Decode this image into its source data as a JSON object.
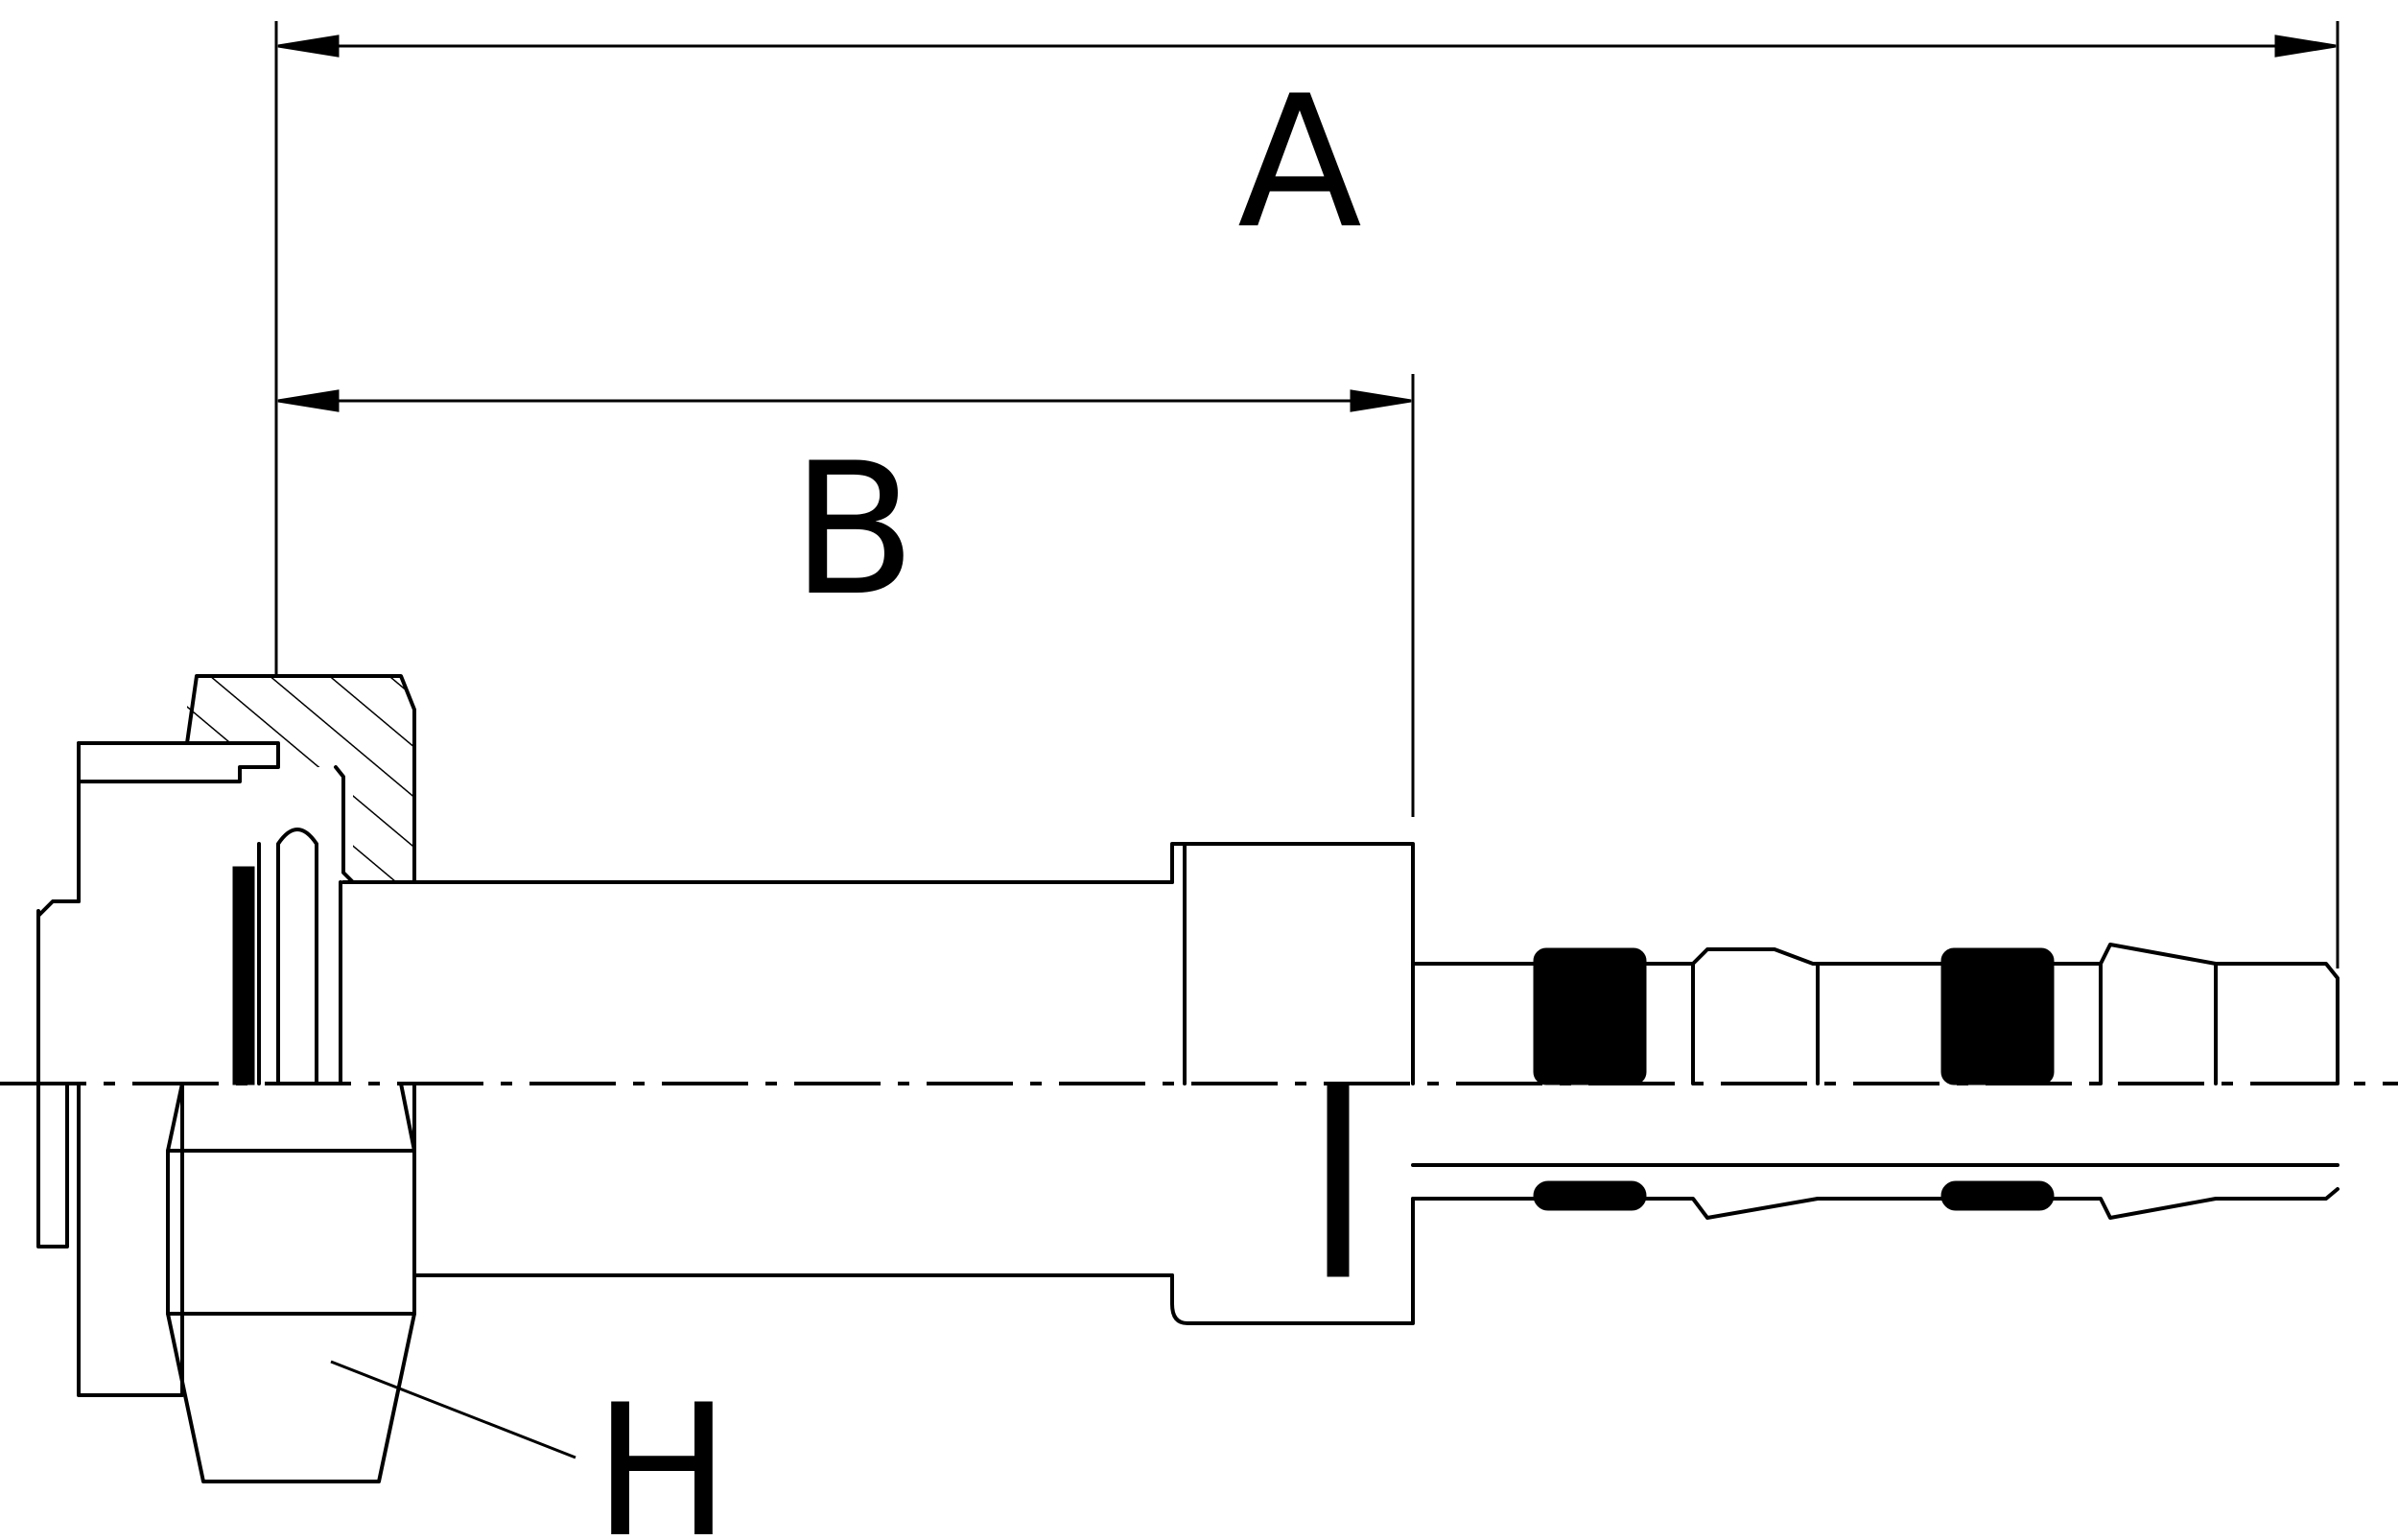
{
  "diagram": {
    "labels": {
      "dim_a": "A",
      "dim_b": "B",
      "callout_h": "H"
    },
    "colors": {
      "line": "#000000",
      "background": "#ffffff"
    }
  }
}
